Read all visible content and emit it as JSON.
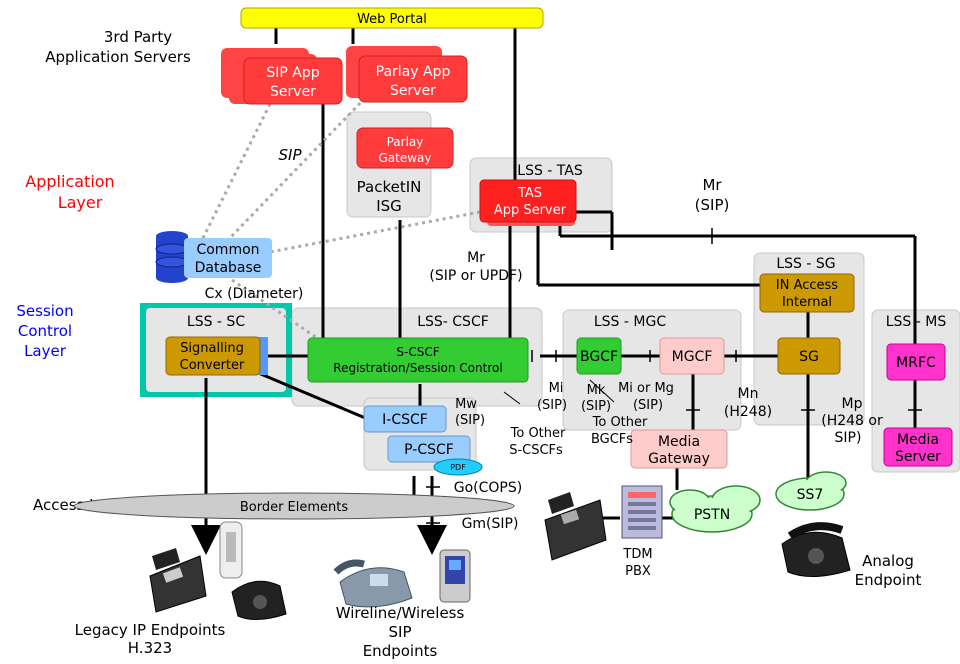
{
  "portal": "Web Portal",
  "layers": {
    "application": "Application",
    "application_2": "Layer",
    "session": "Session",
    "session_2": "Control",
    "session_3": "Layer",
    "access": "Access Layer"
  },
  "third_party": {
    "line1": "3rd Party",
    "line2": "Application Servers"
  },
  "sip_app_server": {
    "line1": "SIP App",
    "line2": "Server"
  },
  "parlay_app_server": {
    "line1": "Parlay App",
    "line2": "Server"
  },
  "parlay_gateway": {
    "line1": "Parlay",
    "line2": "Gateway"
  },
  "packetin": {
    "line1": "PacketIN",
    "line2": "ISG"
  },
  "lss_tas": {
    "title": "LSS - TAS",
    "line1": "TAS",
    "line2": "App Server"
  },
  "common_db": {
    "line1": "Common",
    "line2": "Database"
  },
  "lss_sc": {
    "title": "LSS - SC",
    "line1": "Signalling",
    "line2": "Converter"
  },
  "lss_cscf": {
    "title": "LSS- CSCF",
    "line1": "S-CSCF",
    "line2": "Registration/Session Control"
  },
  "icscf": "I-CSCF",
  "pcscf": "P-CSCF",
  "pdf": "PDF",
  "lss_mgc": {
    "title": "LSS - MGC",
    "bgcf": "BGCF",
    "mgcf": "MGCF"
  },
  "lss_sg": {
    "title": "LSS - SG",
    "in_access_1": "IN Access",
    "in_access_2": "Internal",
    "sg": "SG"
  },
  "lss_ms": {
    "title": "LSS - MS",
    "mrfc": "MRFC",
    "media_server_1": "Media",
    "media_server_2": "Server"
  },
  "media_gateway": {
    "line1": "Media",
    "line2": "Gateway"
  },
  "border_elements": "Border Elements",
  "pstn": "PSTN",
  "ss7": "SS7",
  "tdm_pbx": {
    "line1": "TDM",
    "line2": "PBX"
  },
  "analog_endpoint": {
    "line1": "Analog",
    "line2": "Endpoint"
  },
  "legacy": {
    "line1": "Legacy IP Endpoints",
    "line2": "H.323"
  },
  "wireline": {
    "line1": "Wireline/Wireless",
    "line2": "SIP",
    "line3": "Endpoints"
  },
  "interfaces": {
    "sip": "SIP",
    "mr_right_1": "Mr",
    "mr_right_2": "(SIP)",
    "mr_mid_1": "Mr",
    "mr_mid_2": "(SIP or UPDF)",
    "cx": "Cx (Diameter)",
    "mw_1": "Mw",
    "mw_2": "(SIP)",
    "mi_1": "Mi",
    "mi_2": "(SIP)",
    "mk_1": "Mk",
    "mk_2": "(SIP)",
    "mi_or_mg_1": "Mi or Mg",
    "mi_or_mg_2": "(SIP)",
    "to_other_bgcfs_1": "To Other",
    "to_other_bgcfs_2": "BGCFs",
    "to_other_scscfs_1": "To Other",
    "to_other_scscfs_2": "S-CSCFs",
    "mn_1": "Mn",
    "mn_2": "(H248)",
    "mp_1": "Mp",
    "mp_2": "(H248 or",
    "mp_3": "SIP)",
    "go": "Go(COPS)",
    "gm": "Gm(SIP)"
  },
  "colors": {
    "portal": "#ffff00",
    "app_red": "#ff3b3b",
    "tas_red": "#ff2020",
    "grey_box": "#e6e6e6",
    "teal": "#00c8a8",
    "green": "#33cc33",
    "gold": "#cc9900",
    "light_blue": "#99ccff",
    "pink_light": "#ffcccc",
    "magenta": "#ff33cc",
    "cloud": "#ccffcc",
    "app_layer_text": "#ff0000",
    "session_layer_text": "#0000ff"
  }
}
